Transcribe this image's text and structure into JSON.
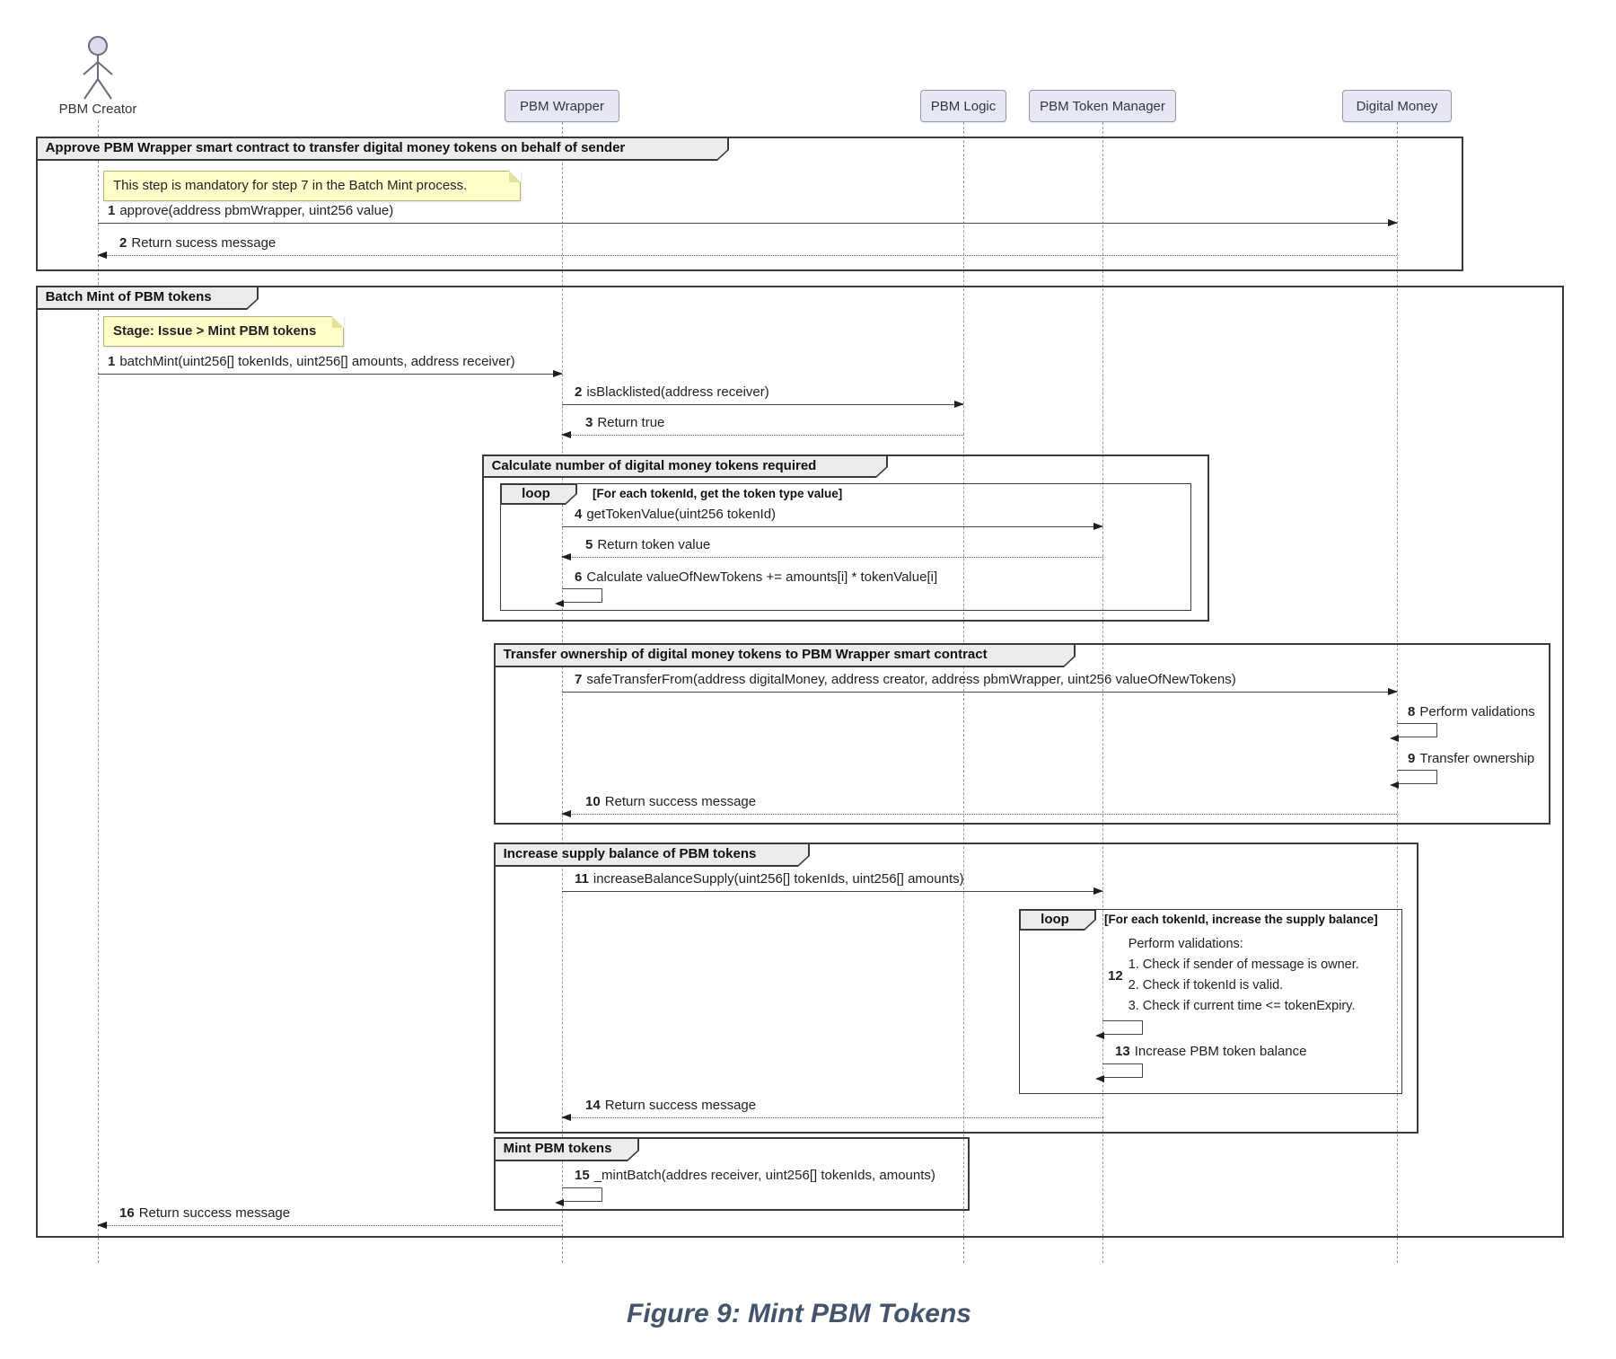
{
  "participants": {
    "creator": {
      "label": "PBM Creator"
    },
    "wrapper": {
      "label": "PBM Wrapper"
    },
    "logic": {
      "label": "PBM Logic"
    },
    "token_manager": {
      "label": "PBM Token Manager"
    },
    "digital_money": {
      "label": "Digital Money"
    }
  },
  "frames": {
    "approve": {
      "title": "Approve PBM Wrapper smart contract to transfer digital money tokens on behalf of sender"
    },
    "batch": {
      "title": "Batch Mint of PBM tokens"
    },
    "calculate": {
      "title": "Calculate number of digital money tokens required"
    },
    "calc_loop": {
      "operator": "loop",
      "guard": "[For each tokenId, get the token type value]"
    },
    "transfer": {
      "title": "Transfer ownership of digital money tokens to PBM Wrapper smart contract"
    },
    "increase": {
      "title": "Increase supply balance of PBM tokens"
    },
    "inc_loop": {
      "operator": "loop",
      "guard": "[For each tokenId, increase the supply balance]"
    },
    "mint": {
      "title": "Mint PBM tokens"
    }
  },
  "notes": {
    "approve": "This step is mandatory for step 7 in the Batch Mint process.",
    "stage": "Stage: Issue > Mint PBM tokens"
  },
  "messages": {
    "approve": [
      {
        "num": "1",
        "text": "approve(address pbmWrapper, uint256 value)"
      },
      {
        "num": "2",
        "text": "Return sucess message"
      }
    ],
    "batch": [
      {
        "num": "1",
        "text": "batchMint(uint256[] tokenIds, uint256[] amounts, address receiver)"
      },
      {
        "num": "2",
        "text": "isBlacklisted(address receiver)"
      },
      {
        "num": "3",
        "text": "Return true"
      },
      {
        "num": "4",
        "text": "getTokenValue(uint256 tokenId)"
      },
      {
        "num": "5",
        "text": "Return token value"
      },
      {
        "num": "6",
        "text": "Calculate valueOfNewTokens += amounts[i] * tokenValue[i]"
      },
      {
        "num": "7",
        "text": "safeTransferFrom(address digitalMoney, address creator, address pbmWrapper, uint256 valueOfNewTokens)"
      },
      {
        "num": "8",
        "text": "Perform validations"
      },
      {
        "num": "9",
        "text": "Transfer ownership"
      },
      {
        "num": "10",
        "text": "Return success message"
      },
      {
        "num": "11",
        "text": "increaseBalanceSupply(uint256[] tokenIds, uint256[] amounts)"
      },
      {
        "num": "12",
        "lines": [
          "Perform validations:",
          "1. Check if sender of message is owner.",
          "2. Check if tokenId is valid.",
          "3. Check if current time <= tokenExpiry."
        ]
      },
      {
        "num": "13",
        "text": "Increase PBM token balance"
      },
      {
        "num": "14",
        "text": "Return success message"
      },
      {
        "num": "15",
        "text": "_mintBatch(addres receiver, uint256[] tokenIds, amounts)"
      },
      {
        "num": "16",
        "text": "Return success message"
      }
    ]
  },
  "caption": {
    "text": "Figure 9: Mint PBM Tokens"
  },
  "colors": {
    "participant_fill": "#e8e8f5",
    "participant_border": "#9597ad",
    "note_fill": "#ffffcc",
    "note_border": "#b3b377",
    "frame_border": "#3a3a3a",
    "tab_fill": "#ececec",
    "message_line": "#4a4a4a",
    "caption_text": "#44546a"
  }
}
